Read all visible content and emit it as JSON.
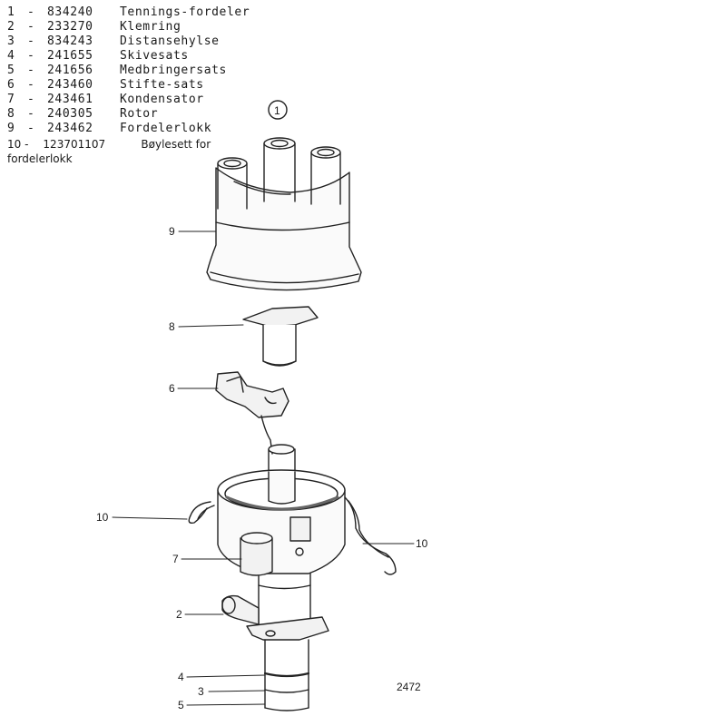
{
  "parts": [
    {
      "num": "1",
      "code": "834240",
      "name": "Tennings-fordeler"
    },
    {
      "num": "2",
      "code": "233270",
      "name": "Klemring"
    },
    {
      "num": "3",
      "code": "834243",
      "name": "Distansehylse"
    },
    {
      "num": "4",
      "code": "241655",
      "name": "Skivesats"
    },
    {
      "num": "5",
      "code": "241656",
      "name": "Medbringersats"
    },
    {
      "num": "6",
      "code": "243460",
      "name": "Stifte-sats"
    },
    {
      "num": "7",
      "code": "243461",
      "name": "Kondensator"
    },
    {
      "num": "8",
      "code": "240305",
      "name": "Rotor"
    },
    {
      "num": "9",
      "code": "243462",
      "name": "Fordelerlokk"
    }
  ],
  "part10": {
    "num": "10 -",
    "code": "123701107",
    "name_line1": "Bøylesett for",
    "name_line2": "fordelerlokk"
  },
  "dash": "-",
  "callouts": {
    "circled": "1",
    "c9": "9",
    "c8": "8",
    "c6": "6",
    "c10_left": "10",
    "c10_right": "10",
    "c7": "7",
    "c2": "2",
    "c4": "4",
    "c3": "3",
    "c5": "5"
  },
  "figure_number": "2472"
}
